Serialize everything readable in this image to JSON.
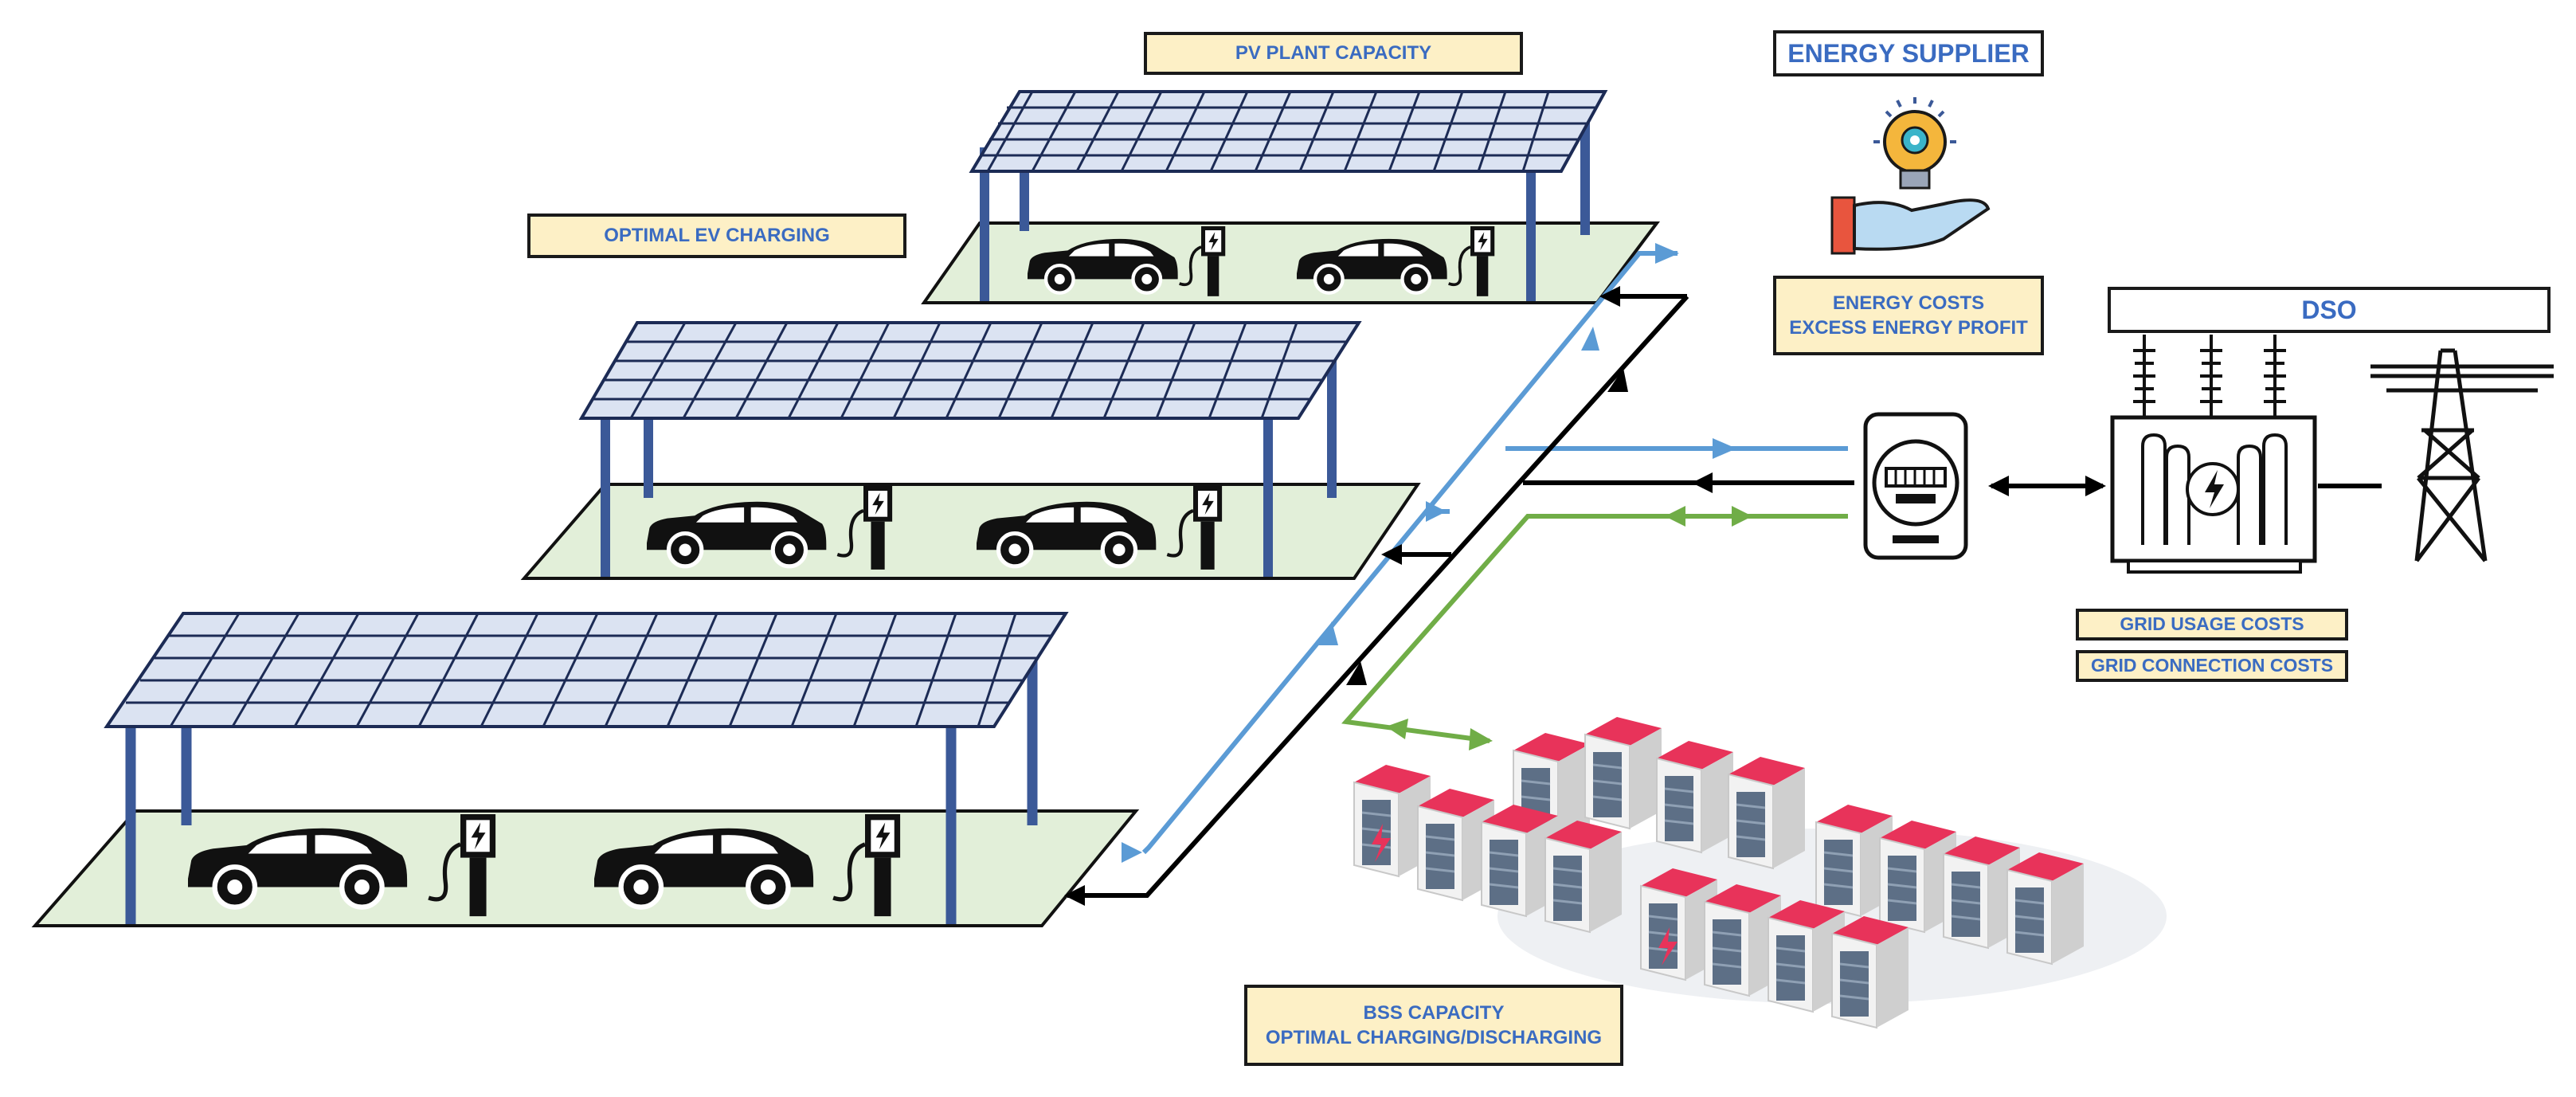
{
  "labels": {
    "pv_plant_capacity": "PV PLANT CAPACITY",
    "optimal_ev_charging": "OPTIMAL EV CHARGING",
    "energy_supplier": "ENERGY SUPPLIER",
    "energy_costs": "ENERGY COSTS",
    "excess_energy_profit": "EXCESS ENERGY PROFIT",
    "dso": "DSO",
    "grid_usage_costs": "GRID USAGE COSTS",
    "grid_connection_costs": "GRID CONNECTION COSTS",
    "bss_capacity": "BSS CAPACITY",
    "optimal_charging_discharging": "OPTIMAL CHARGING/DISCHARGING"
  },
  "colors": {
    "import_flow": "#5b9bd5",
    "export_flow": "#000000",
    "battery_flow": "#70ad47",
    "label_fill": "#fdf0c6",
    "label_text": "#3a6bc1",
    "ground": "#e2efd9",
    "panel": "#dbe3f2",
    "pillar": "#3b5998",
    "battery_top": "#e8335a"
  },
  "icons": [
    "solar-carport",
    "ev-car",
    "ev-charger",
    "lightbulb-hand-icon",
    "smart-meter-icon",
    "transformer-icon",
    "power-pylon-icon",
    "battery-storage-icon"
  ]
}
